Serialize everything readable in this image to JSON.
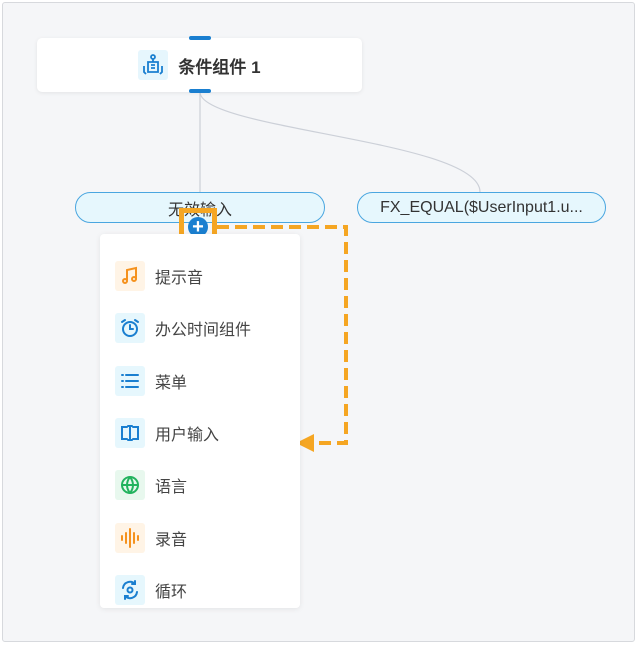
{
  "node": {
    "title": "条件组件 1",
    "icon": "condition-icon"
  },
  "branches": [
    {
      "label": "无效输入"
    },
    {
      "label": "FX_EQUAL($UserInput1.u..."
    }
  ],
  "add_button": {
    "icon": "plus-circle-icon"
  },
  "menu": {
    "items": [
      {
        "label": "提示音",
        "icon": "music-note-icon",
        "color": "#f5921e",
        "bg": "#fff4e6"
      },
      {
        "label": "办公时间组件",
        "icon": "alarm-clock-icon",
        "color": "#1a7fd0",
        "bg": "#e6f7fd"
      },
      {
        "label": "菜单",
        "icon": "list-icon",
        "color": "#1a7fd0",
        "bg": "#e6f7fd"
      },
      {
        "label": "用户输入",
        "icon": "input-cursor-icon",
        "color": "#1a7fd0",
        "bg": "#e6f7fd"
      },
      {
        "label": "语言",
        "icon": "globe-icon",
        "color": "#22b35e",
        "bg": "#e8f8ee"
      },
      {
        "label": "录音",
        "icon": "sound-wave-icon",
        "color": "#f5921e",
        "bg": "#fff4e6"
      },
      {
        "label": "循环",
        "icon": "loop-icon",
        "color": "#1a7fd0",
        "bg": "#e6f7fd"
      }
    ]
  },
  "colors": {
    "accent": "#1a7fd0",
    "highlight": "#f5a623"
  }
}
